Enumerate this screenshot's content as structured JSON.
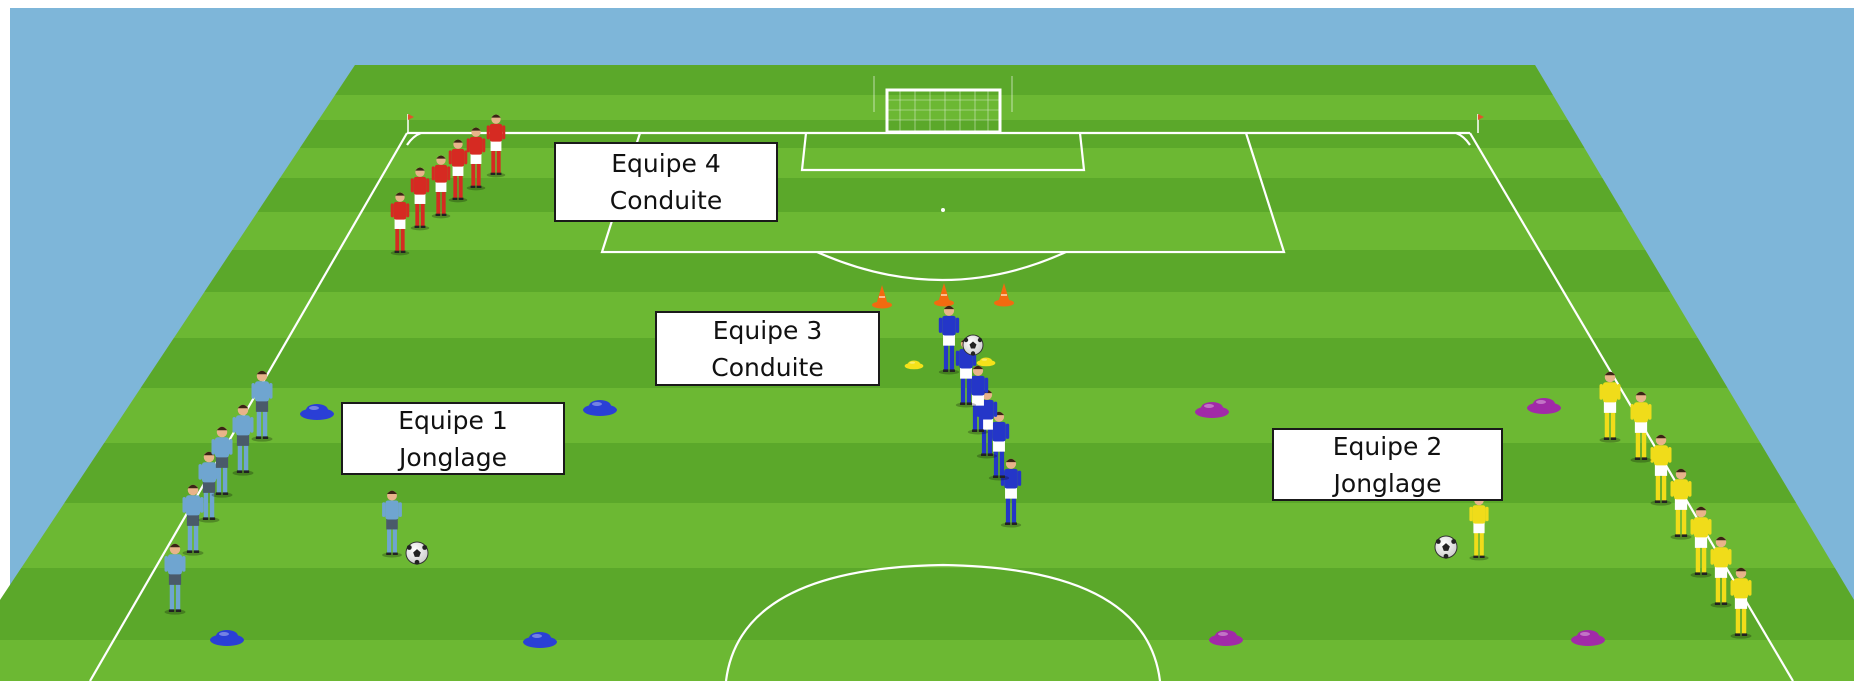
{
  "labels": [
    {
      "team": "Equipe 4",
      "activity": "Conduite"
    },
    {
      "team": "Equipe 3",
      "activity": "Conduite"
    },
    {
      "team": "Equipe 1",
      "activity": "Jonglage"
    },
    {
      "team": "Equipe 2",
      "activity": "Jonglage"
    }
  ],
  "teams": {
    "red": {
      "shirt": "#d62a22",
      "shorts": "#ffffff",
      "socks": "#d62a22"
    },
    "blue": {
      "shirt": "#2436c8",
      "shorts": "#ffffff",
      "socks": "#2436c8"
    },
    "sky": {
      "shirt": "#6fa5d0",
      "shorts": "#4a5a6a",
      "socks": "#6fa5d0"
    },
    "yellow": {
      "shirt": "#f0dc1a",
      "shorts": "#ffffff",
      "socks": "#f0dc1a"
    }
  },
  "colors": {
    "sky": "#7eb6d9",
    "grass_light": "#6cb833",
    "grass_dark": "#4f9a22",
    "lines": "#ffffff",
    "cone_orange": "#f26a10",
    "marker_blue": "#2a3fd6",
    "marker_purple": "#a12aa8",
    "marker_yellow": "#f4e21a"
  },
  "icons": [
    "goal-icon",
    "corner-flag-icon",
    "cone-icon",
    "disc-marker-icon",
    "ball-icon",
    "player-icon"
  ]
}
